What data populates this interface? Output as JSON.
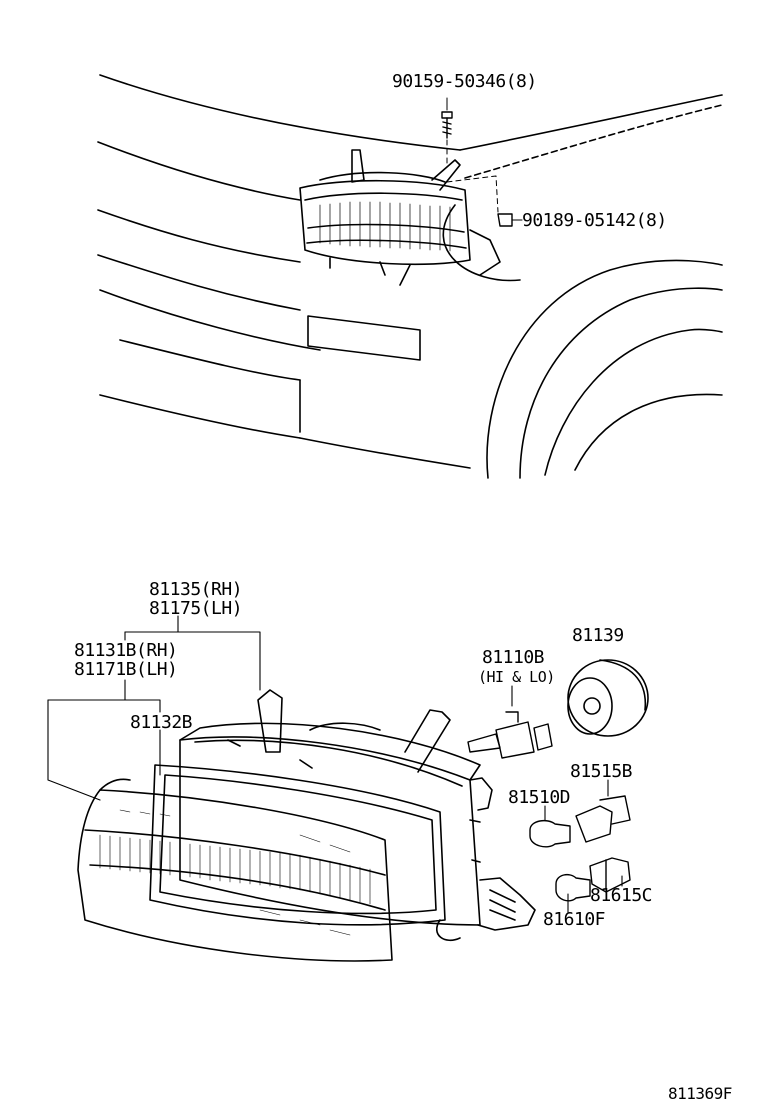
{
  "diagram_id": "811369F",
  "callouts": {
    "screw": "90159-50346(8)",
    "clip": "90189-05142(8)",
    "housing_rh": "81135(RH)",
    "housing_lh": "81175(LH)",
    "lens_rh": "81131B(RH)",
    "lens_lh": "81171B(LH)",
    "gasket": "81132B",
    "bulb_main": "81110B",
    "bulb_main_note": "(HI & LO)",
    "cap": "81139",
    "socket_a": "81515B",
    "bulb_a": "81510D",
    "socket_b": "81615C",
    "bulb_b": "81610F"
  }
}
